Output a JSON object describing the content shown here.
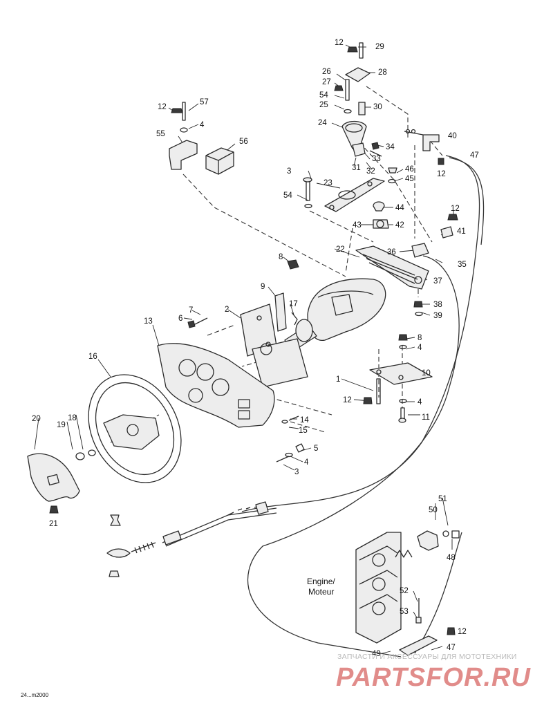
{
  "diagram": {
    "engine_label_line1": "Engine/",
    "engine_label_line2": "Moteur",
    "figure_code": "24...m2000",
    "watermark": {
      "tagline": "ЗАПЧАСТИ И АКСЕССУАРЫ ДЛЯ МОТОТЕХНИКИ",
      "brand": "PARTSFOR.RU",
      "color": "#c9302c"
    },
    "callouts": [
      {
        "id": "c-1",
        "text": "1"
      },
      {
        "id": "c-2",
        "text": "2"
      },
      {
        "id": "c-3a",
        "text": "3"
      },
      {
        "id": "c-3b",
        "text": "3"
      },
      {
        "id": "c-4a",
        "text": "4"
      },
      {
        "id": "c-4b",
        "text": "4"
      },
      {
        "id": "c-4c",
        "text": "4"
      },
      {
        "id": "c-4d",
        "text": "4"
      },
      {
        "id": "c-5",
        "text": "5"
      },
      {
        "id": "c-6",
        "text": "6"
      },
      {
        "id": "c-7",
        "text": "7"
      },
      {
        "id": "c-8a",
        "text": "8"
      },
      {
        "id": "c-8b",
        "text": "8"
      },
      {
        "id": "c-9",
        "text": "9"
      },
      {
        "id": "c-10",
        "text": "10"
      },
      {
        "id": "c-11",
        "text": "11"
      },
      {
        "id": "c-12a",
        "text": "12"
      },
      {
        "id": "c-12b",
        "text": "12"
      },
      {
        "id": "c-12c",
        "text": "12"
      },
      {
        "id": "c-12d",
        "text": "12"
      },
      {
        "id": "c-12e",
        "text": "12"
      },
      {
        "id": "c-12f",
        "text": "12"
      },
      {
        "id": "c-13",
        "text": "13"
      },
      {
        "id": "c-14",
        "text": "14"
      },
      {
        "id": "c-15",
        "text": "15"
      },
      {
        "id": "c-16",
        "text": "16"
      },
      {
        "id": "c-17",
        "text": "17"
      },
      {
        "id": "c-18",
        "text": "18"
      },
      {
        "id": "c-19",
        "text": "19"
      },
      {
        "id": "c-20",
        "text": "20"
      },
      {
        "id": "c-21",
        "text": "21"
      },
      {
        "id": "c-22",
        "text": "22"
      },
      {
        "id": "c-23",
        "text": "23"
      },
      {
        "id": "c-24",
        "text": "24"
      },
      {
        "id": "c-25",
        "text": "25"
      },
      {
        "id": "c-26",
        "text": "26"
      },
      {
        "id": "c-27",
        "text": "27"
      },
      {
        "id": "c-28",
        "text": "28"
      },
      {
        "id": "c-29",
        "text": "29"
      },
      {
        "id": "c-30",
        "text": "30"
      },
      {
        "id": "c-31",
        "text": "31"
      },
      {
        "id": "c-32",
        "text": "32"
      },
      {
        "id": "c-33",
        "text": "33"
      },
      {
        "id": "c-34",
        "text": "34"
      },
      {
        "id": "c-35",
        "text": "35"
      },
      {
        "id": "c-36",
        "text": "36"
      },
      {
        "id": "c-37",
        "text": "37"
      },
      {
        "id": "c-38",
        "text": "38"
      },
      {
        "id": "c-39",
        "text": "39"
      },
      {
        "id": "c-40",
        "text": "40"
      },
      {
        "id": "c-41",
        "text": "41"
      },
      {
        "id": "c-42",
        "text": "42"
      },
      {
        "id": "c-43",
        "text": "43"
      },
      {
        "id": "c-44",
        "text": "44"
      },
      {
        "id": "c-45",
        "text": "45"
      },
      {
        "id": "c-46",
        "text": "46"
      },
      {
        "id": "c-47a",
        "text": "47"
      },
      {
        "id": "c-47b",
        "text": "47"
      },
      {
        "id": "c-48",
        "text": "48"
      },
      {
        "id": "c-49",
        "text": "49"
      },
      {
        "id": "c-50",
        "text": "50"
      },
      {
        "id": "c-51",
        "text": "51"
      },
      {
        "id": "c-52",
        "text": "52"
      },
      {
        "id": "c-53",
        "text": "53"
      },
      {
        "id": "c-54a",
        "text": "54"
      },
      {
        "id": "c-54b",
        "text": "54"
      },
      {
        "id": "c-55",
        "text": "55"
      },
      {
        "id": "c-56",
        "text": "56"
      },
      {
        "id": "c-57",
        "text": "57"
      }
    ]
  }
}
